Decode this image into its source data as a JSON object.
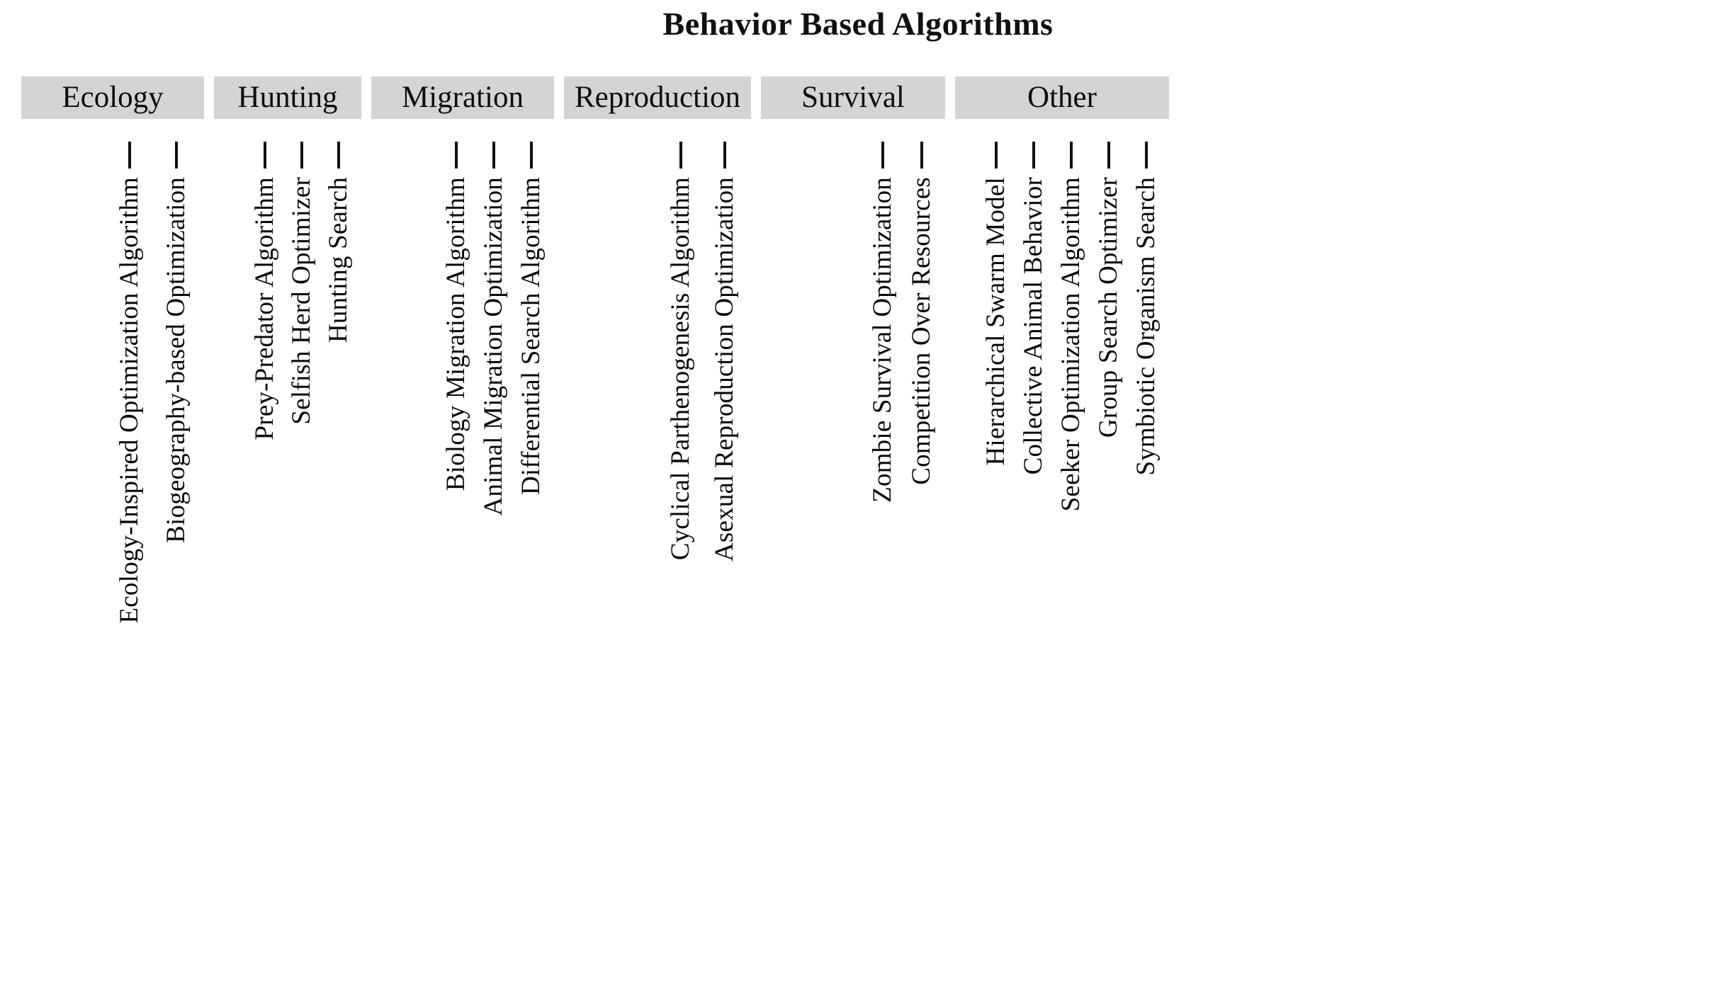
{
  "title": "Behavior Based Algorithms",
  "colors": {
    "header_background": "#d4d4d4",
    "text": "#000000",
    "page_background": "#ffffff",
    "tick": "#111111"
  },
  "chart_data": {
    "type": "diagram",
    "layout": "hierarchical-tree",
    "title": "Behavior Based Algorithms",
    "root": "Behavior Based Algorithms",
    "categories": [
      "Ecology",
      "Hunting",
      "Migration",
      "Reproduction",
      "Survival",
      "Other"
    ],
    "children_counts": [
      2,
      3,
      3,
      2,
      2,
      5
    ]
  },
  "columns": [
    {
      "header": "Ecology",
      "items": [
        {
          "label": "Biogeography-based Optimization"
        },
        {
          "label": "Ecology-Inspired Optimization Algorithm"
        }
      ]
    },
    {
      "header": "Hunting",
      "items": [
        {
          "label": "Hunting Search"
        },
        {
          "label": "Selfish Herd Optimizer"
        },
        {
          "label": "Prey-Predator Algorithm"
        }
      ]
    },
    {
      "header": "Migration",
      "items": [
        {
          "label": "Differential Search Algorithm"
        },
        {
          "label": "Animal Migration Optimization"
        },
        {
          "label": "Biology Migration Algorithm"
        }
      ]
    },
    {
      "header": "Reproduction",
      "items": [
        {
          "label": "Asexual Reproduction Optimization"
        },
        {
          "label": "Cyclical Parthenogenesis Algorithm"
        }
      ]
    },
    {
      "header": "Survival",
      "items": [
        {
          "label": "Competition Over Resources"
        },
        {
          "label": "Zombie Survival Optimization"
        }
      ]
    },
    {
      "header": "Other",
      "items": [
        {
          "label": "Symbiotic Organism Search"
        },
        {
          "label": "Group Search Optimizer"
        },
        {
          "label": "Seeker Optimization Algorithm"
        },
        {
          "label": "Collective Animal Behavior"
        },
        {
          "label": "Hierarchical Swarm Model"
        }
      ]
    }
  ]
}
